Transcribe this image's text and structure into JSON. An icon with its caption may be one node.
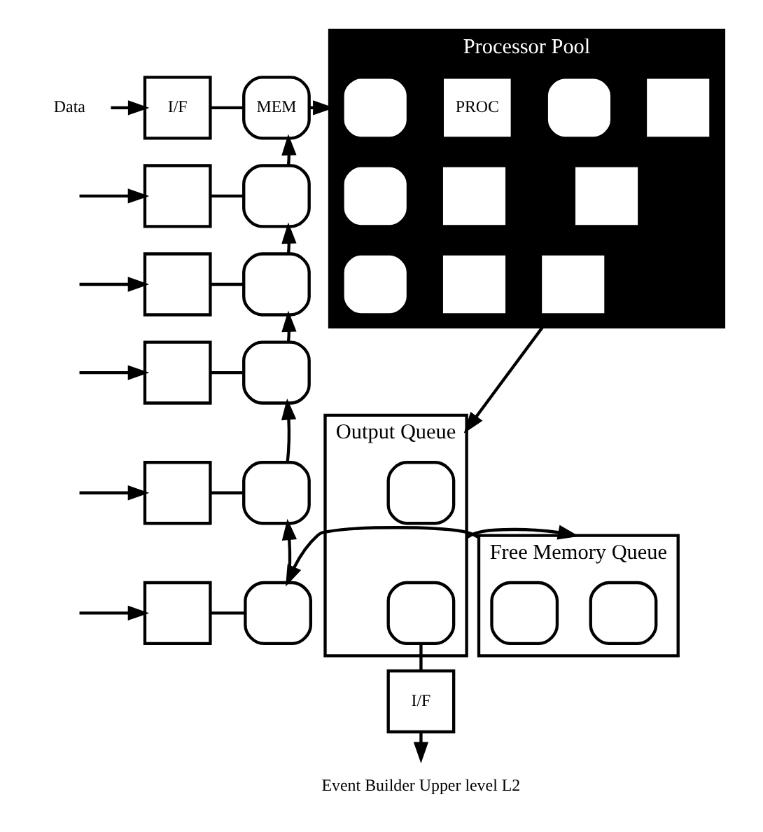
{
  "diagram": {
    "nodes": [
      {
        "text": [
          "Data"
        ]
      },
      {
        "text": [
          "I/F"
        ]
      },
      {
        "text": [
          "MEM"
        ]
      },
      {
        "text": [],
        "shape": "box"
      },
      {
        "text": [],
        "shape": "rounded"
      },
      {
        "text": [],
        "shape": "box"
      },
      {
        "text": [],
        "shape": "rounded"
      },
      {
        "text": [],
        "shape": "box"
      },
      {
        "text": [],
        "shape": "rounded"
      },
      {
        "text": [],
        "shape": "box"
      },
      {
        "text": [],
        "shape": "rounded"
      },
      {
        "text": [],
        "shape": "box"
      },
      {
        "text": [],
        "shape": "rounded"
      },
      {
        "text": [
          "Processor Pool"
        ]
      },
      {
        "text": [],
        "shape": "rounded",
        "in": 13
      },
      {
        "text": [
          "PROC"
        ],
        "in": 13
      },
      {
        "text": [],
        "shape": "rounded",
        "in": 13
      },
      {
        "text": [],
        "shape": "box",
        "in": 13
      },
      {
        "text": [],
        "shape": "rounded",
        "in": 13
      },
      {
        "text": [],
        "shape": "box",
        "in": 13
      },
      {
        "text": [],
        "shape": "box",
        "in": 13
      },
      {
        "text": [],
        "shape": "rounded",
        "in": 13
      },
      {
        "text": [],
        "shape": "box",
        "in": 13
      },
      {
        "text": [],
        "shape": "box",
        "in": 13
      },
      {
        "text": [
          "Output Queue"
        ]
      },
      {
        "text": [],
        "shape": "rounded",
        "in": 24
      },
      {
        "text": [],
        "shape": "rounded",
        "in": 24
      },
      {
        "text": [
          "Free Memory Queue"
        ]
      },
      {
        "text": [],
        "shape": "rounded",
        "in": 27
      },
      {
        "text": [],
        "shape": "rounded",
        "in": 27
      },
      {
        "text": [
          "I/F"
        ]
      },
      {
        "text": [
          "Event Builder Upper level L2"
        ]
      }
    ],
    "edges": [
      {
        "from": 0,
        "to": 1,
        "arrow": "to"
      },
      {
        "from": null,
        "to": 3,
        "arrow": "to"
      },
      {
        "from": null,
        "to": 5,
        "arrow": "to"
      },
      {
        "from": null,
        "to": 7,
        "arrow": "to"
      },
      {
        "from": null,
        "to": 9,
        "arrow": "to"
      },
      {
        "from": null,
        "to": 11,
        "arrow": "to"
      },
      {
        "from": 1,
        "to": 2,
        "arrow": "none"
      },
      {
        "from": 3,
        "to": 4,
        "arrow": "none"
      },
      {
        "from": 5,
        "to": 6,
        "arrow": "none"
      },
      {
        "from": 7,
        "to": 8,
        "arrow": "none"
      },
      {
        "from": 9,
        "to": 10,
        "arrow": "none"
      },
      {
        "from": 11,
        "to": 12,
        "arrow": "none"
      },
      {
        "from": 4,
        "to": 2,
        "arrow": "to"
      },
      {
        "from": 6,
        "to": 4,
        "arrow": "to"
      },
      {
        "from": 8,
        "to": 6,
        "arrow": "to"
      },
      {
        "from": 10,
        "to": 8,
        "arrow": "to"
      },
      {
        "from": 12,
        "to": 10,
        "arrow": "to"
      },
      {
        "from": 2,
        "to": 13,
        "arrow": "to"
      },
      {
        "from": 13,
        "to": 24,
        "arrow": "to"
      },
      {
        "from": 24,
        "to": 27,
        "arrow": "to"
      },
      {
        "from": 27,
        "to": 12,
        "arrow": "to"
      },
      {
        "from": 26,
        "to": 30,
        "arrow": "none"
      },
      {
        "from": 30,
        "to": 31,
        "arrow": "to"
      }
    ]
  }
}
